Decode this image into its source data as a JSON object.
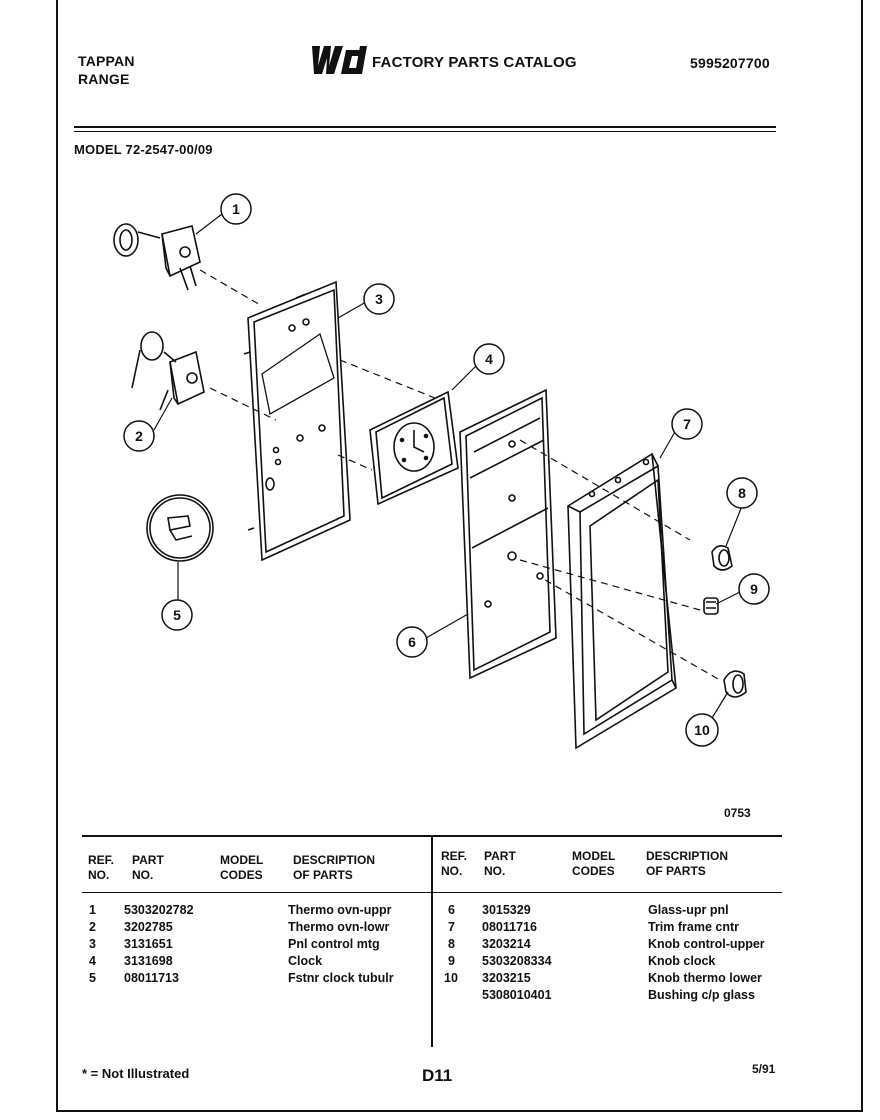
{
  "header": {
    "brand_line1": "TAPPAN",
    "brand_line2": "RANGE",
    "logo_text": "WCI",
    "catalog_title": "FACTORY PARTS CATALOG",
    "catalog_number": "5995207700",
    "model_line": "MODEL 72-2547-00/09"
  },
  "diagram": {
    "figure_number": "0753",
    "callouts": [
      "1",
      "2",
      "3",
      "4",
      "5",
      "6",
      "7",
      "8",
      "9",
      "10"
    ]
  },
  "parts_table": {
    "left_headers": {
      "ref": [
        "REF.",
        "NO."
      ],
      "part": [
        "PART",
        "NO."
      ],
      "model": [
        "MODEL",
        "CODES"
      ],
      "desc": [
        "DESCRIPTION",
        "OF PARTS"
      ]
    },
    "right_headers": {
      "ref": [
        "REF.",
        "NO."
      ],
      "part": [
        "PART",
        "NO."
      ],
      "model": [
        "MODEL",
        "CODES"
      ],
      "desc": [
        "DESCRIPTION",
        "OF PARTS"
      ]
    },
    "left_rows": [
      {
        "ref": "1",
        "part": "5303202782",
        "model": "",
        "desc": "Thermo ovn-uppr"
      },
      {
        "ref": "2",
        "part": "3202785",
        "model": "",
        "desc": "Thermo ovn-lowr"
      },
      {
        "ref": "3",
        "part": "3131651",
        "model": "",
        "desc": "Pnl control mtg"
      },
      {
        "ref": "4",
        "part": "3131698",
        "model": "",
        "desc": "Clock"
      },
      {
        "ref": "5",
        "part": "08011713",
        "model": "",
        "desc": "Fstnr clock tubulr"
      }
    ],
    "right_rows": [
      {
        "ref": "6",
        "part": "3015329",
        "model": "",
        "desc": "Glass-upr pnl"
      },
      {
        "ref": "7",
        "part": "08011716",
        "model": "",
        "desc": "Trim frame cntr"
      },
      {
        "ref": "8",
        "part": "3203214",
        "model": "",
        "desc": "Knob control-upper"
      },
      {
        "ref": "9",
        "part": "5303208334",
        "model": "",
        "desc": "Knob clock"
      },
      {
        "ref": "10",
        "part": "3203215",
        "model": "",
        "desc": "Knob thermo lower"
      },
      {
        "ref": "",
        "part": "5308010401",
        "model": "",
        "desc": "Bushing c/p glass"
      }
    ]
  },
  "footer": {
    "footnote": "* = Not Illustrated",
    "page_id": "D11",
    "date_code": "5/91"
  }
}
